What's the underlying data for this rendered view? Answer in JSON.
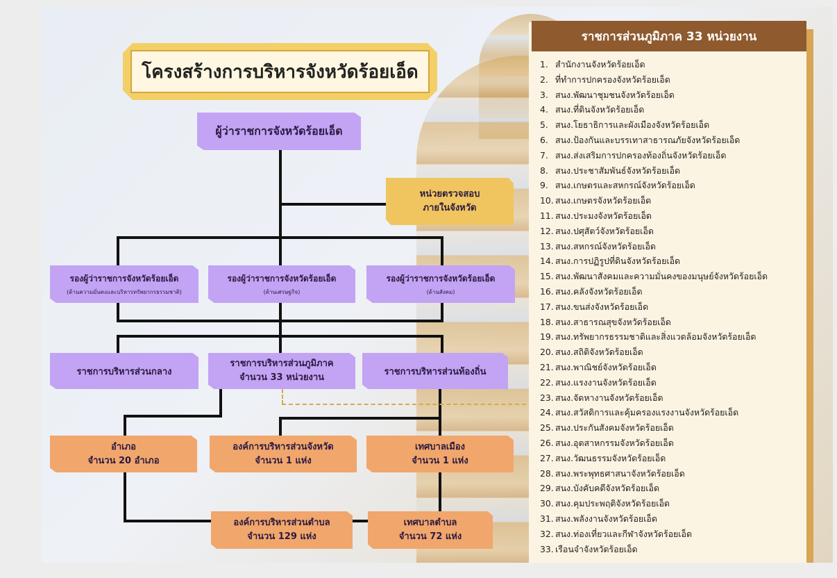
{
  "title": "โครงสร้างการบริหารจังหวัดร้อยเอ็ด",
  "governor": "ผู้ว่าราชการจังหวัดร้อยเอ็ด",
  "audit_unit": [
    "หน่วยตรวจสอบ",
    "ภายในจังหวัด"
  ],
  "deputies": [
    {
      "label": "รองผู้ว่าราชการจังหวัดร้อยเอ็ด",
      "sub": "(ด้านความมั่นคงและบริหารทรัพยากรธรรมชาติ)"
    },
    {
      "label": "รองผู้ว่าราชการจังหวัดร้อยเอ็ด",
      "sub": "(ด้านเศรษฐกิจ)"
    },
    {
      "label": "รองผู้ว่าราชการจังหวัดร้อยเอ็ด",
      "sub": "(ด้านสังคม)"
    }
  ],
  "admin": {
    "central": "ราชการบริหารส่วนกลาง",
    "regional": [
      "ราชการบริหารส่วนภูมิภาค",
      "จำนวน 33 หน่วยงาน"
    ],
    "local": "ราชการบริหารส่วนท้องถิ่น"
  },
  "units": {
    "district": [
      "อำเภอ",
      "จำนวน 20 อำเภอ"
    ],
    "pao": [
      "องค์การบริหารส่วนจังหวัด",
      "จำนวน 1 แห่ง"
    ],
    "city": [
      "เทศบาลเมือง",
      "จำนวน 1 แห่ง"
    ],
    "sao": [
      "องค์การบริหารส่วนตำบล",
      "จำนวน 129 แห่ง"
    ],
    "subdistrict": [
      "เทศบาลตำบล",
      "จำนวน 72 แห่ง"
    ]
  },
  "panel": {
    "heading": "ราชการส่วนภูมิภาค 33 หน่วยงาน",
    "items": [
      {
        "n": "1.",
        "t": "สำนักงานจังหวัดร้อยเอ็ด"
      },
      {
        "n": "2.",
        "t": "ที่ทำการปกครองจังหวัดร้อยเอ็ด"
      },
      {
        "n": "3.",
        "t": "สนง.พัฒนาชุมชนจังหวัดร้อยเอ็ด"
      },
      {
        "n": "4.",
        "t": "สนง.ที่ดินจังหวัดร้อยเอ็ด"
      },
      {
        "n": "5.",
        "t": "สนง.โยธาธิการและผังเมืองจังหวัดร้อยเอ็ด"
      },
      {
        "n": "6.",
        "t": "สนง.ป้องกันและบรรเทาสาธารณภัยจังหวัดร้อยเอ็ด"
      },
      {
        "n": "7.",
        "t": "สนง.ส่งเสริมการปกครองท้องถิ่นจังหวัดร้อยเอ็ด"
      },
      {
        "n": "8.",
        "t": "สนง.ประชาสัมพันธ์จังหวัดร้อยเอ็ด"
      },
      {
        "n": "9.",
        "t": "สนง.เกษตรและสหกรณ์จังหวัดร้อยเอ็ด"
      },
      {
        "n": "10.",
        "t": "สนง.เกษตรจังหวัดร้อยเอ็ด"
      },
      {
        "n": "11.",
        "t": "สนง.ประมงจังหวัดร้อยเอ็ด"
      },
      {
        "n": "12.",
        "t": "สนง.ปศุสัตว์จังหวัดร้อยเอ็ด"
      },
      {
        "n": "13.",
        "t": "สนง.สหกรณ์จังหวัดร้อยเอ็ด"
      },
      {
        "n": "14.",
        "t": "สนง.การปฏิรูปที่ดินจังหวัดร้อยเอ็ด"
      },
      {
        "n": "15.",
        "t": "สนง.พัฒนาสังคมและความมั่นคงของมนุษย์จังหวัดร้อยเอ็ด"
      },
      {
        "n": "16.",
        "t": "สนง.คลังจังหวัดร้อยเอ็ด"
      },
      {
        "n": "17.",
        "t": "สนง.ขนส่งจังหวัดร้อยเอ็ด"
      },
      {
        "n": "18.",
        "t": "สนง.สาธารณสุขจังหวัดร้อยเอ็ด"
      },
      {
        "n": "19.",
        "t": "สนง.ทรัพยากรธรรมชาติและสิ่งแวดล้อมจังหวัดร้อยเอ็ด"
      },
      {
        "n": "20.",
        "t": "สนง.สถิติจังหวัดร้อยเอ็ด"
      },
      {
        "n": "21.",
        "t": "สนง.พาณิชย์จังหวัดร้อยเอ็ด"
      },
      {
        "n": "22.",
        "t": "สนง.แรงงานจังหวัดร้อยเอ็ด"
      },
      {
        "n": "23.",
        "t": "สนง.จัดหางานจังหวัดร้อยเอ็ด"
      },
      {
        "n": "24.",
        "t": "สนง.สวัสดิการและคุ้มครองแรงงานจังหวัดร้อยเอ็ด"
      },
      {
        "n": "25.",
        "t": "สนง.ประกันสังคมจังหวัดร้อยเอ็ด"
      },
      {
        "n": "26.",
        "t": "สนง.อุตสาหกรรมจังหวัดร้อยเอ็ด"
      },
      {
        "n": "27.",
        "t": "สนง.วัฒนธรรมจังหวัดร้อยเอ็ด"
      },
      {
        "n": "28.",
        "t": "สนง.พระพุทธศาสนาจังหวัดร้อยเอ็ด"
      },
      {
        "n": "29.",
        "t": "สนง.บังคับคดีจังหวัดร้อยเอ็ด"
      },
      {
        "n": "30.",
        "t": "สนง.คุมประพฤติจังหวัดร้อยเอ็ด"
      },
      {
        "n": "31.",
        "t": "สนง.พลังงานจังหวัดร้อยเอ็ด"
      },
      {
        "n": "32.",
        "t": "สนง.ท่องเที่ยวและกีฬาจังหวัดร้อยเอ็ด"
      },
      {
        "n": "33.",
        "t": "เรือนจำจังหวัดร้อยเอ็ด"
      }
    ]
  }
}
